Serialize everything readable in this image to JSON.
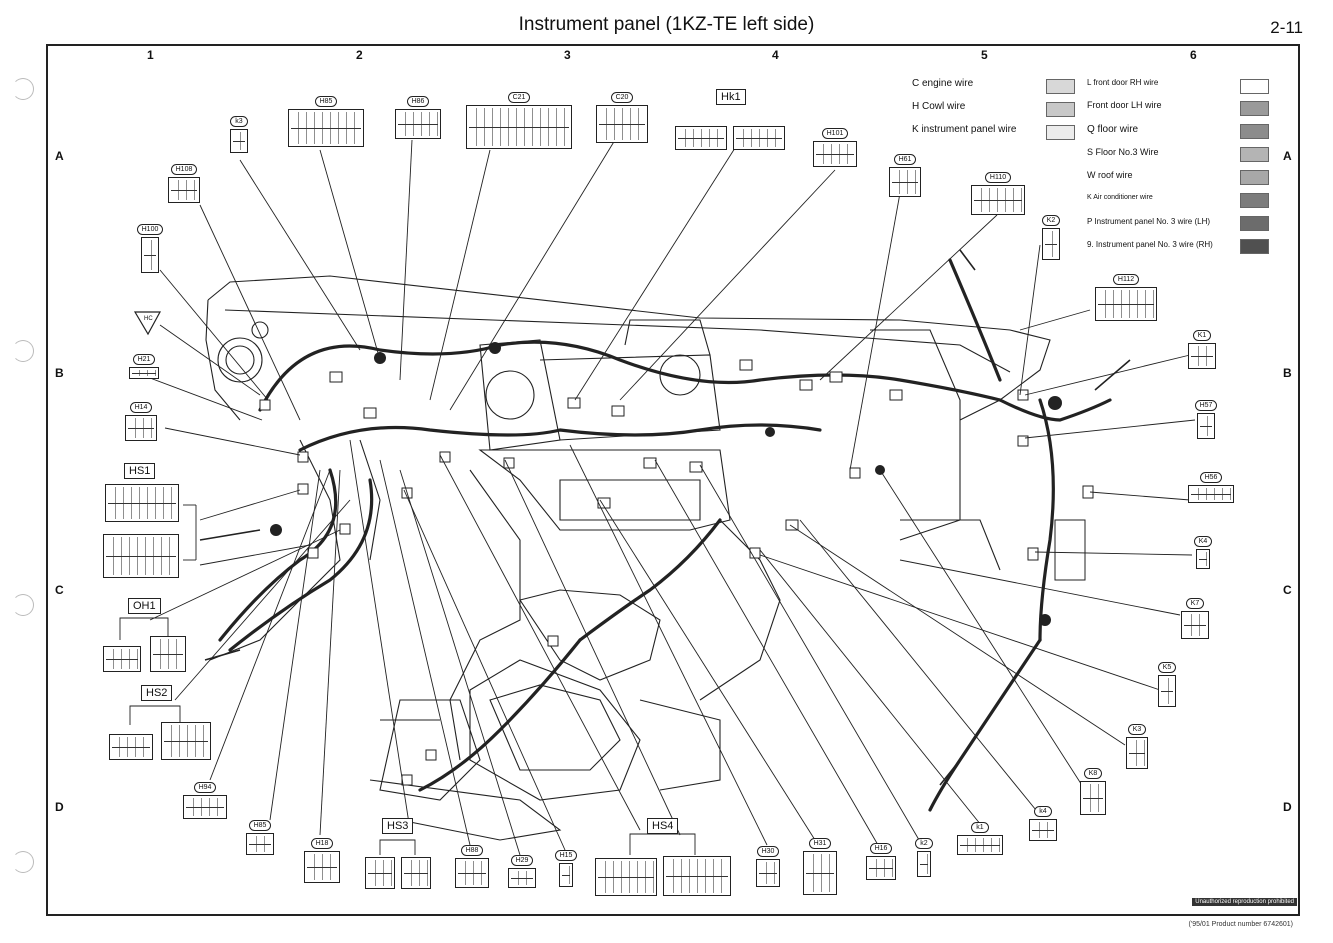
{
  "title": "Instrument panel (1KZ-TE left side)",
  "page_number": "2-11",
  "footer": "('95/01 Product number 6742601)",
  "stamp": "Unauthorized reproduction prohibited",
  "columns": [
    "1",
    "2",
    "3",
    "4",
    "5",
    "6"
  ],
  "rows": [
    "A",
    "B",
    "C",
    "D"
  ],
  "hc_mark": "HC",
  "legend": [
    {
      "label": "C engine wire",
      "color": "#d8d8d8"
    },
    {
      "label": "H Cowl wire",
      "color": "#c8c8c8"
    },
    {
      "label": "K instrument panel wire",
      "color": "#ececec"
    },
    {
      "label": "L front door RH wire",
      "color": "#ffffff"
    },
    {
      "label": "Front door LH wire",
      "color": "#9a9a9a"
    },
    {
      "label": "Q floor wire",
      "color": "#8c8c8c"
    },
    {
      "label": "S Floor No.3 Wire",
      "color": "#b4b4b4"
    },
    {
      "label": "W roof wire",
      "color": "#a8a8a8"
    },
    {
      "label": "K Air conditioner wire",
      "color": "#7c7c7c"
    },
    {
      "label": "P Instrument panel No. 3 wire (LH)",
      "color": "#6c6c6c"
    },
    {
      "label": "9. Instrument panel No. 3 wire (RH)",
      "color": "#505050"
    }
  ],
  "connectors": {
    "k3_top": "k3",
    "h85_top": "H85",
    "h86_top": "H86",
    "c21": "C21",
    "c20": "C20",
    "hk1": "Hk1",
    "h101": "H101",
    "h108": "H108",
    "h100": "H100",
    "h21": "H21",
    "h14": "H14",
    "hs1": "HS1",
    "oh1": "OH1",
    "hs2": "HS2",
    "h94": "H94",
    "h85_bot": "H85",
    "h18": "H18",
    "hs3": "HS3",
    "h88": "H88",
    "h29": "H29",
    "h15": "H15",
    "hs4": "HS4",
    "h30": "H30",
    "h31": "H31",
    "h16": "H16",
    "k2_bot": "k2",
    "k1_bot": "k1",
    "k4_bot": "k4",
    "h61": "H61",
    "h110": "H110",
    "k2_top": "K2",
    "h112": "H112",
    "k1_right": "K1",
    "h57": "H57",
    "h56": "H56",
    "k4_right": "K4",
    "k7": "K7",
    "k5": "K5",
    "k3_right": "K3",
    "k8": "K8"
  }
}
